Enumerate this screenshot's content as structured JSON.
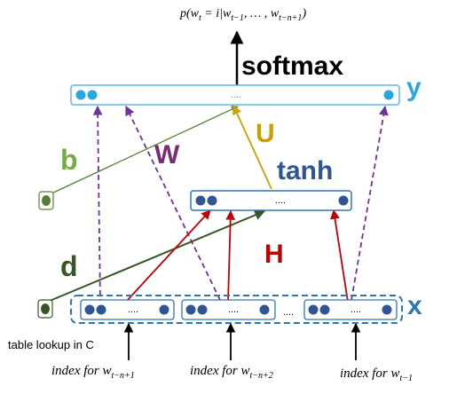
{
  "formula": {
    "p": "p",
    "w": "w",
    "t": "t",
    "eq": " = i|",
    "t_minus_1": "t−1",
    "dots": ", … , ",
    "t_minus_n1": "t−n+1"
  },
  "labels": {
    "softmax": "softmax",
    "y": "y",
    "U": "U",
    "b": "b",
    "W": "W",
    "tanh": "tanh",
    "d": "d",
    "H": "H",
    "x": "x",
    "lookup": "table lookup in C"
  },
  "box_ellipsis": {
    "y": "....",
    "tanh": "....",
    "x1": "....",
    "x2": "....",
    "x3": "....",
    "between": "...."
  },
  "indexes": [
    {
      "prefix": "index for ",
      "w": "w",
      "sub": "t−n+1"
    },
    {
      "prefix": "index for ",
      "w": "w",
      "sub": "t−n+2"
    },
    {
      "prefix": "index for ",
      "w": "w",
      "sub": "t−1"
    }
  ],
  "colors": {
    "box_stroke": "#2e75b6",
    "light_box": "#5fb6e8",
    "light_dot": "#29a8e0",
    "dark_dot": "#2f5597",
    "green": "#538135",
    "green_label": "#70ad47",
    "dark_green": "#375623",
    "purple": "#7030a0",
    "maroon": "#7b2a7b",
    "gold": "#c9a000",
    "red": "#c00000",
    "x_color": "#2e75b6",
    "y_color": "#29a8e0",
    "tanh_color": "#2f5597"
  }
}
